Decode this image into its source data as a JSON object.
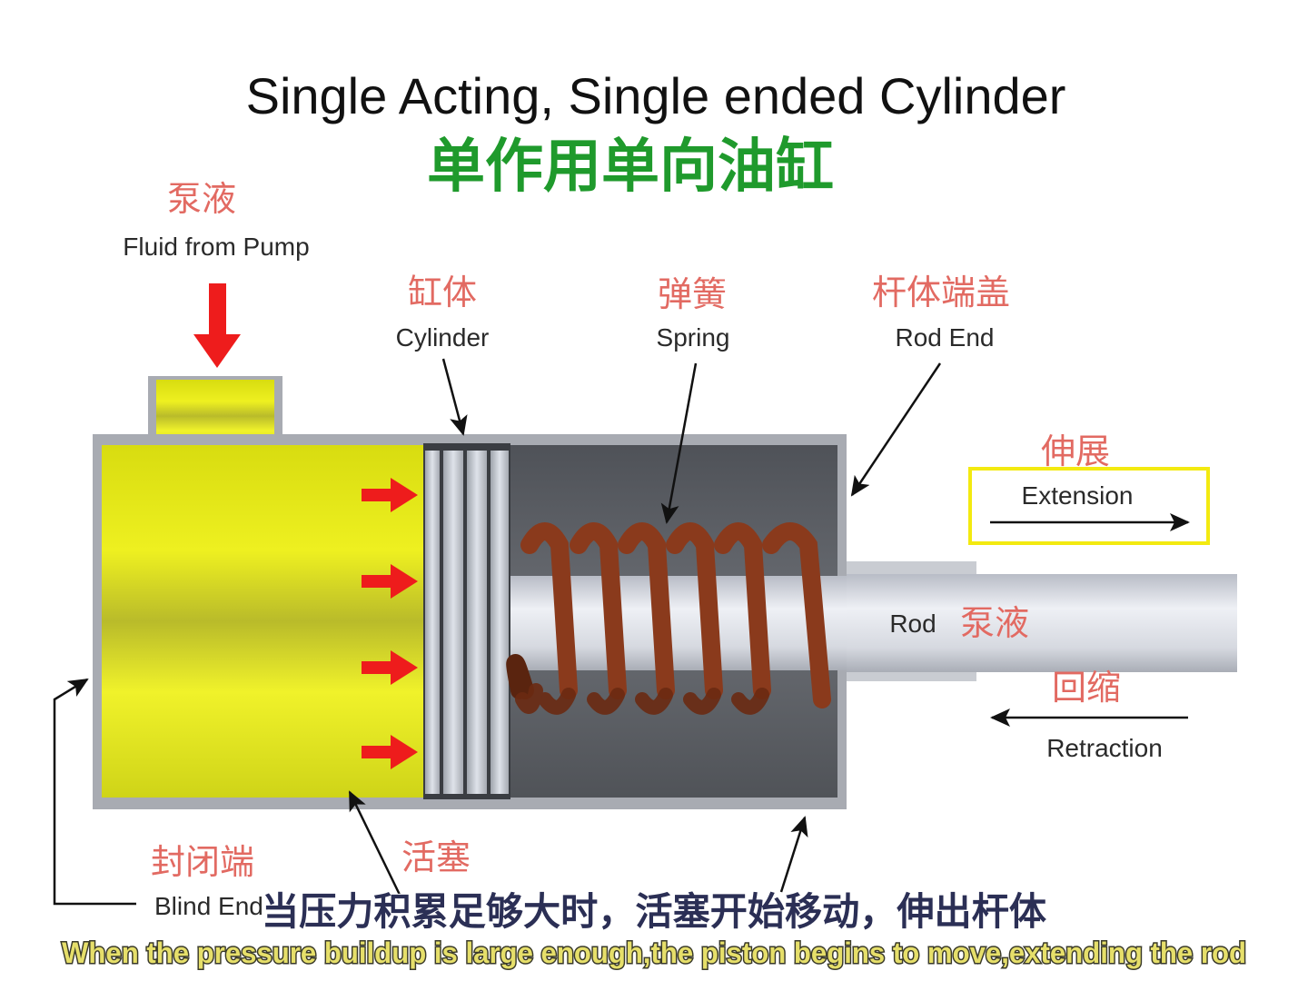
{
  "title": {
    "english": "Single Acting, Single ended Cylinder",
    "chinese": "单作用单向油缸"
  },
  "labels": {
    "fluid_from_pump": {
      "zh": "泵液",
      "en": "Fluid from Pump"
    },
    "cylinder": {
      "zh": "缸体",
      "en": "Cylinder"
    },
    "spring": {
      "zh": "弹簧",
      "en": "Spring"
    },
    "rod_end": {
      "zh": "杆体端盖",
      "en": "Rod End"
    },
    "extension": {
      "zh": "伸展",
      "en": "Extension"
    },
    "rod": {
      "en": "Rod",
      "zh": "泵液"
    },
    "retraction": {
      "zh": "回缩",
      "en": "Retraction"
    },
    "blind_end": {
      "zh": "封闭端",
      "en": "Blind End"
    },
    "piston": {
      "zh": "活塞"
    }
  },
  "subtitles": {
    "chinese": "当压力积累足够大时，活塞开始移动，伸出杆体",
    "english": "When the pressure buildup is large enough,the piston begins to move,extending the rod"
  },
  "colors": {
    "title_green": "#1f9a2c",
    "label_red": "#e26a62",
    "fluid_yellow": "#e6e81a",
    "arrow_red": "#ee1c1c",
    "spring_brown": "#8a3a1c",
    "extension_box": "#f3ea10"
  }
}
